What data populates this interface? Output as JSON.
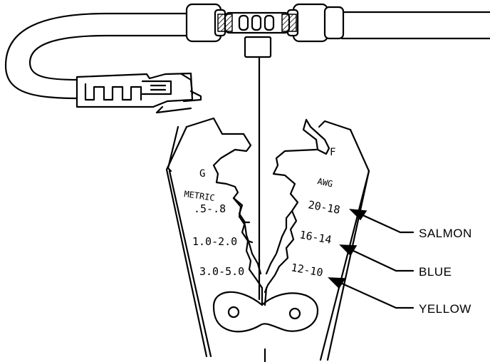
{
  "tool": {
    "jaw_left_letter": "G",
    "jaw_right_letter": "F",
    "metric_heading": "METRIC",
    "awg_heading": "AWG",
    "metric_sizes": [
      ".5-.8",
      "1.0-2.0",
      "3.0-5.0"
    ],
    "awg_sizes": [
      "20-18",
      "16-14",
      "12-10"
    ]
  },
  "callouts": [
    {
      "label": "SALMON"
    },
    {
      "label": "BLUE"
    },
    {
      "label": "YELLOW"
    }
  ],
  "colors": {
    "ink": "#000000",
    "background": "#ffffff"
  }
}
